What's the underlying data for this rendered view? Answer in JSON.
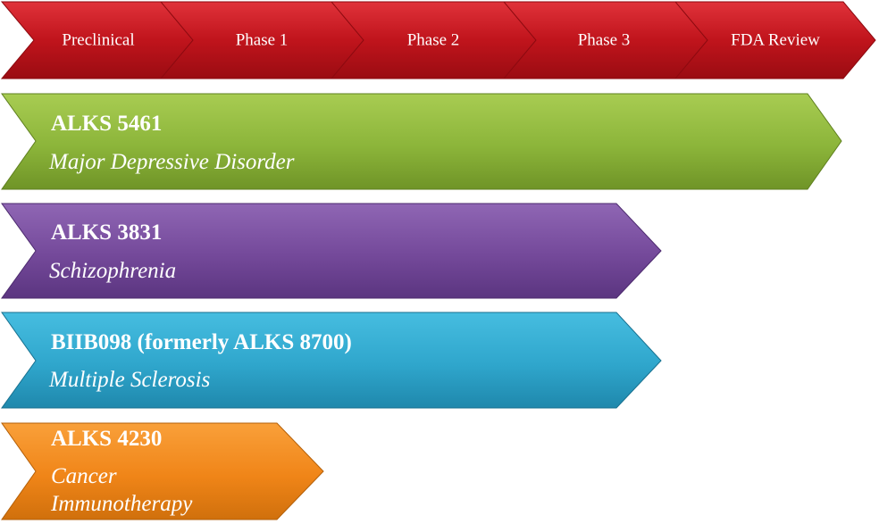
{
  "phases": [
    {
      "label": "Preclinical"
    },
    {
      "label": "Phase 1"
    },
    {
      "label": "Phase 2"
    },
    {
      "label": "Phase 3"
    },
    {
      "label": "FDA Review"
    }
  ],
  "programs": [
    {
      "name": "ALKS 5461",
      "indication": [
        "Major Depressive Disorder"
      ],
      "color": "#8fb83a",
      "stage_label": "FDA Review"
    },
    {
      "name": "ALKS 3831",
      "indication": [
        "Schizophrenia"
      ],
      "color": "#7a4f9e",
      "stage_label": "Phase 3"
    },
    {
      "name": "BIIB098 (formerly ALKS 8700)",
      "indication": [
        "Multiple Sclerosis"
      ],
      "color": "#33aacc",
      "stage_label": "Phase 3"
    },
    {
      "name": "ALKS 4230",
      "indication": [
        "Cancer",
        "Immunotherapy"
      ],
      "color": "#f28a1c",
      "stage_label": "Phase 1"
    }
  ],
  "colors": {
    "phase": "#c0141c"
  }
}
